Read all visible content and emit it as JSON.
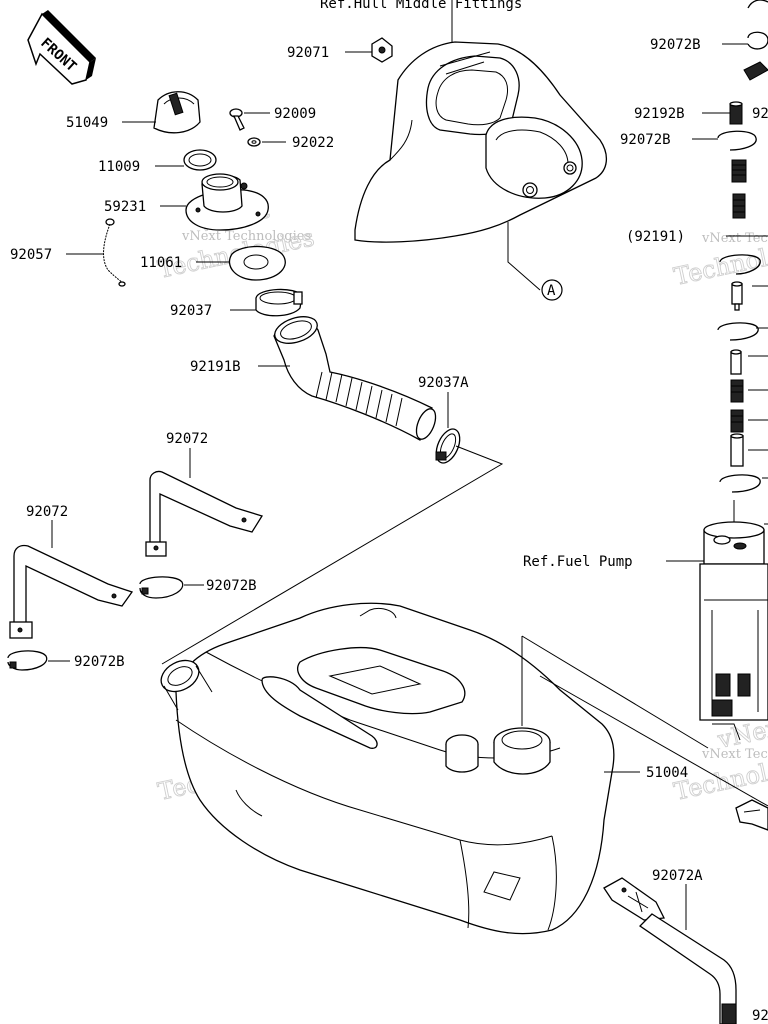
{
  "front_label": "FRONT",
  "references": {
    "hull": "Ref.Hull Middle Fittings",
    "fuel_pump": "Ref.Fuel Pump",
    "marker_a": "A"
  },
  "parts": {
    "p92071": "92071",
    "p51049": "51049",
    "p92009": "92009",
    "p92022": "92022",
    "p11009": "11009",
    "p59231": "59231",
    "p92057": "92057",
    "p11061": "11061",
    "p92037": "92037",
    "p92191B": "92191B",
    "p92037A": "92037A",
    "p92072_upper": "92072",
    "p92072_left": "92072",
    "p92072B_mid": "92072B",
    "p92072B_left": "92072B",
    "p51004": "51004",
    "p92072B_top": "92072B",
    "p92192B": "92192B",
    "p92072B_right": "92072B",
    "p92191_paren": "(92191)",
    "p92072A": "92072A",
    "p92_cut_top": "92",
    "p92_cut_bottom": "92"
  },
  "watermarks": {
    "line1": "vNext Technologies",
    "line2_top": "vNext",
    "line2_bottom": "Technologies"
  }
}
